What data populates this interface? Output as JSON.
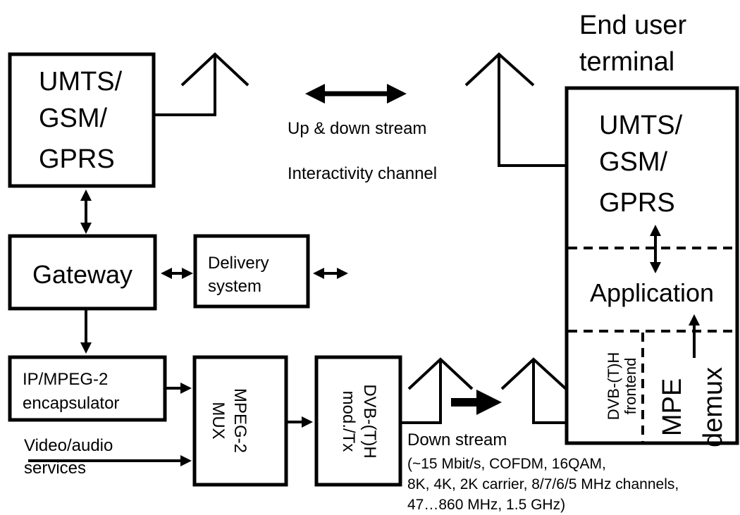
{
  "umts_left": {
    "line1": "UMTS/",
    "line2": "GSM/",
    "line3": "GPRS"
  },
  "gateway": {
    "label": "Gateway"
  },
  "delivery": {
    "line1": "Delivery",
    "line2": "system"
  },
  "encapsulator": {
    "line1": "IP/MPEG-2",
    "line2": "encapsulator"
  },
  "mux": {
    "line1": "MPEG-2",
    "line2": "MUX"
  },
  "modulator": {
    "line1": "DVB-(T)H",
    "line2": "mod./Tx"
  },
  "video_services": {
    "line1": "Video/audio",
    "line2": "services"
  },
  "updown": {
    "label": "Up & down stream"
  },
  "interactivity": {
    "label": "Interactivity channel"
  },
  "terminal_title": {
    "line1": "End user",
    "line2": "terminal"
  },
  "umts_right": {
    "line1": "UMTS/",
    "line2": "GSM/",
    "line3": "GPRS"
  },
  "application": {
    "label": "Application"
  },
  "frontend": {
    "line1": "DVB-(T)H",
    "line2": "frontend"
  },
  "mpe": {
    "line1": "MPE",
    "line2": "demux"
  },
  "downstream": {
    "title": "Down stream",
    "line1": "(~15 Mbit/s, COFDM, 16QAM,",
    "line2": "8K, 4K, 2K carrier, 8/7/6/5 MHz channels,",
    "line3": "47…860 MHz, 1.5 GHz)"
  }
}
